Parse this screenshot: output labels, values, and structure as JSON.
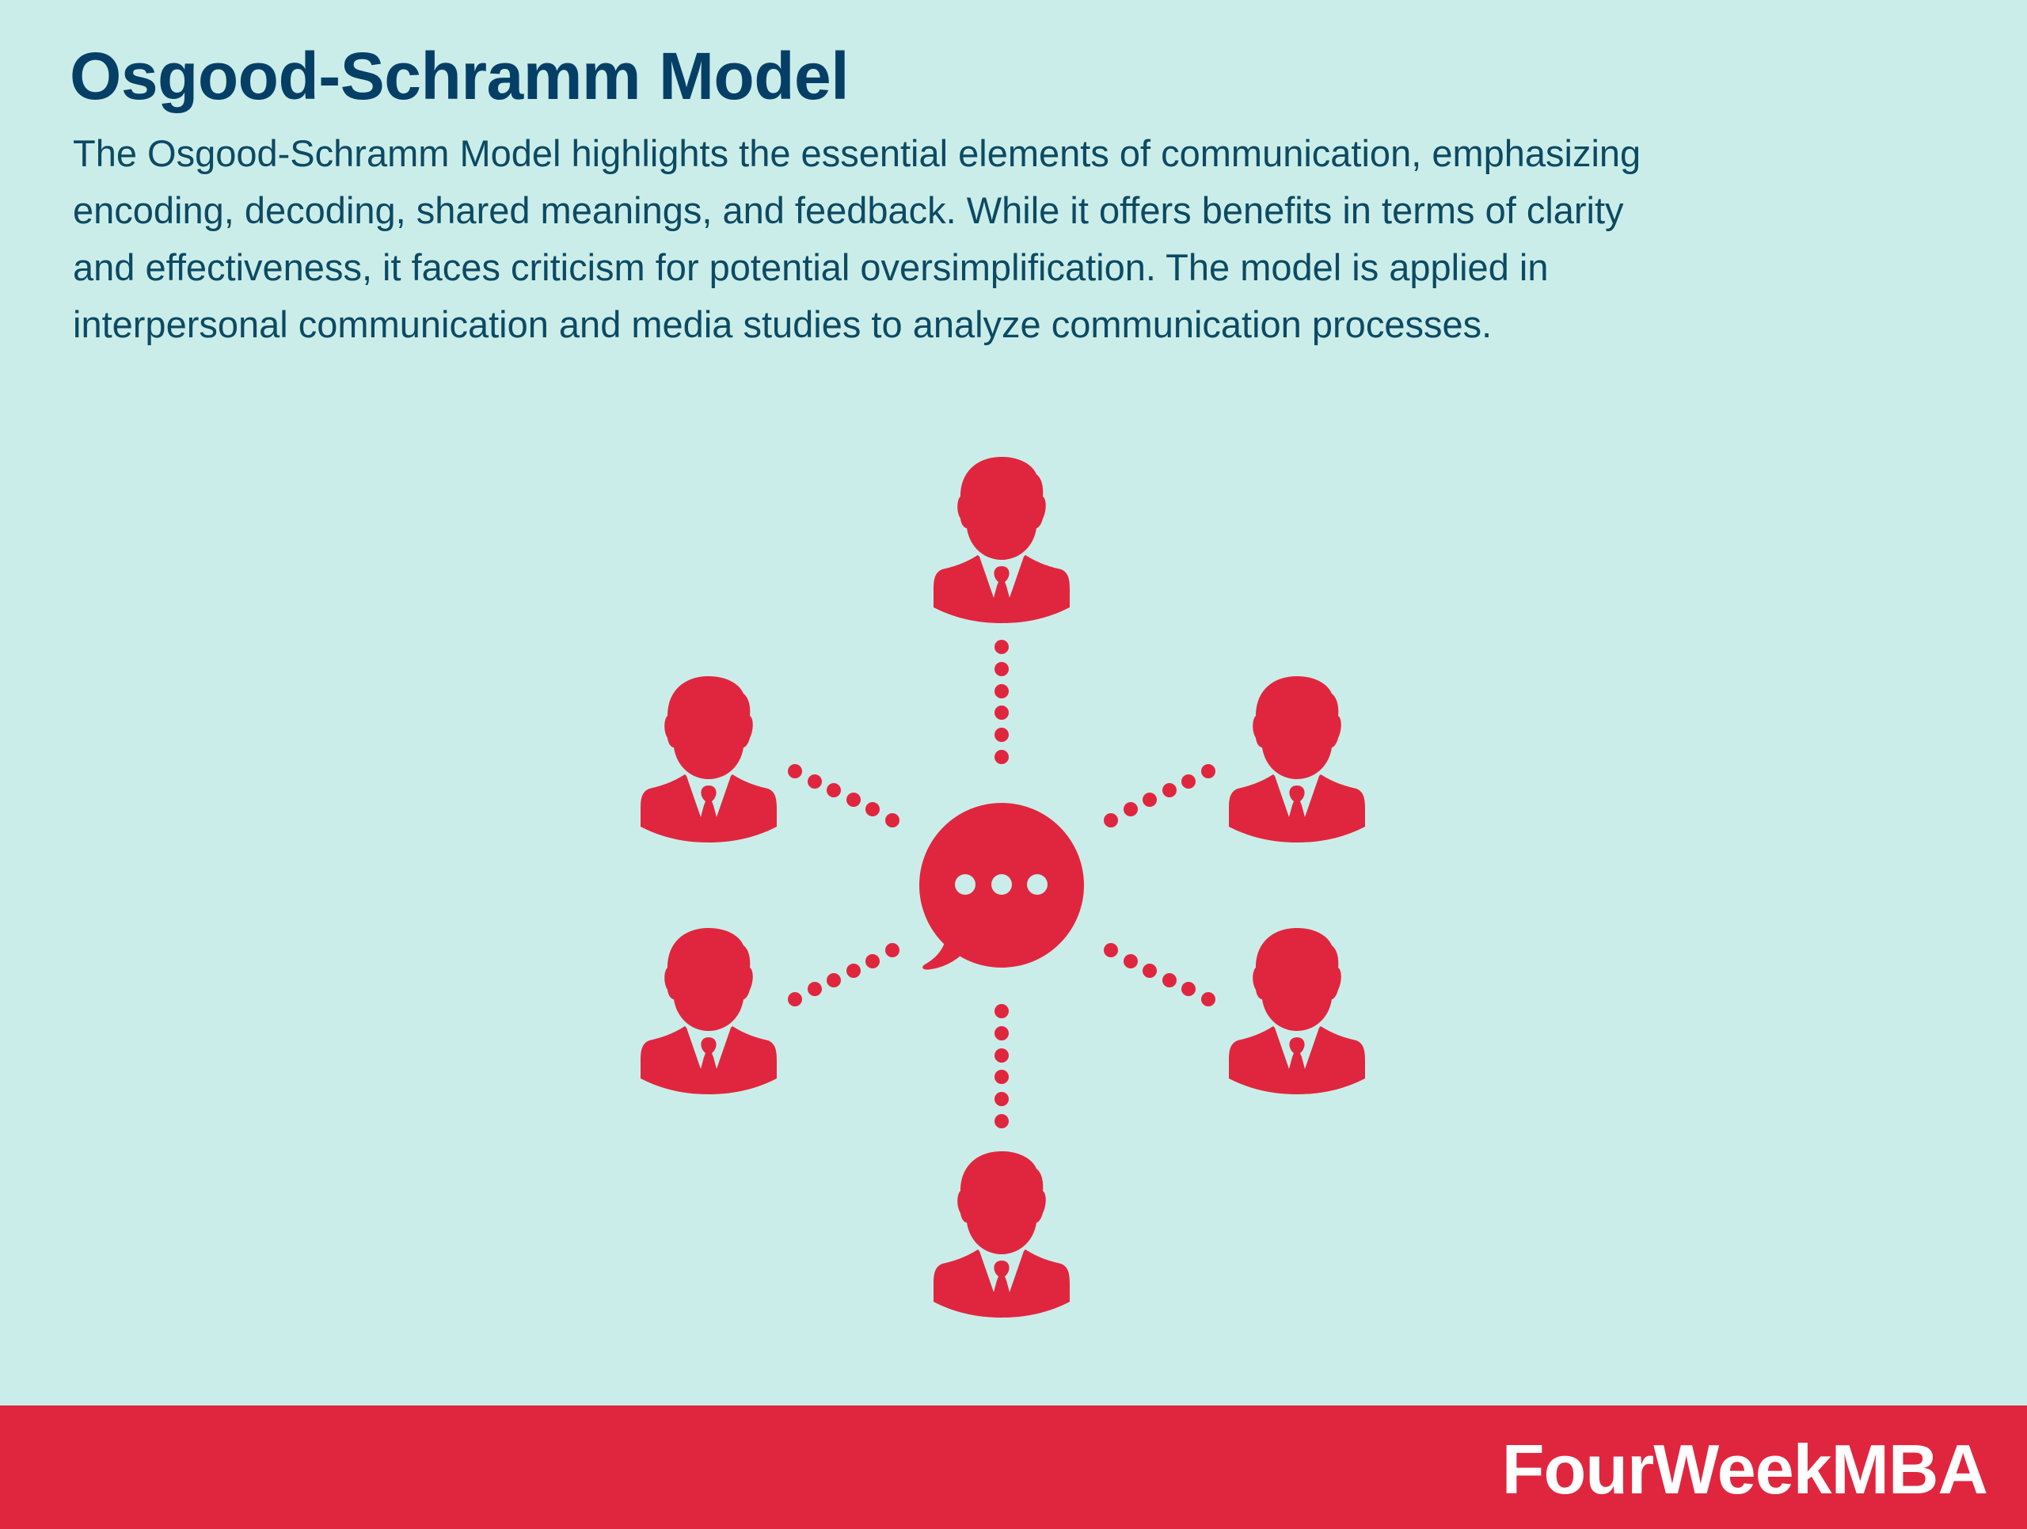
{
  "header": {
    "title": "Osgood-Schramm Model",
    "description_lines": [
      "The Osgood-Schramm Model highlights the essential elements of communication, emphasizing",
      "encoding, decoding, shared meanings, and feedback. While it offers benefits in terms of clarity",
      "and effectiveness, it faces criticism for potential oversimplification. The model is applied in",
      "interpersonal communication and media studies to analyze communication processes."
    ]
  },
  "diagram": {
    "center_icon": "speech-bubble-ellipsis-icon",
    "node_icon": "businessman-icon",
    "node_count": 6,
    "nodes": [
      "top",
      "upper-left",
      "upper-right",
      "lower-left",
      "lower-right",
      "bottom"
    ],
    "connector_style": "dotted"
  },
  "footer": {
    "brand": "FourWeekMBA"
  },
  "colors": {
    "background": "#cbede9",
    "accent_red": "#e0263e",
    "title_navy": "#063f66",
    "text": "#0c4a63"
  }
}
